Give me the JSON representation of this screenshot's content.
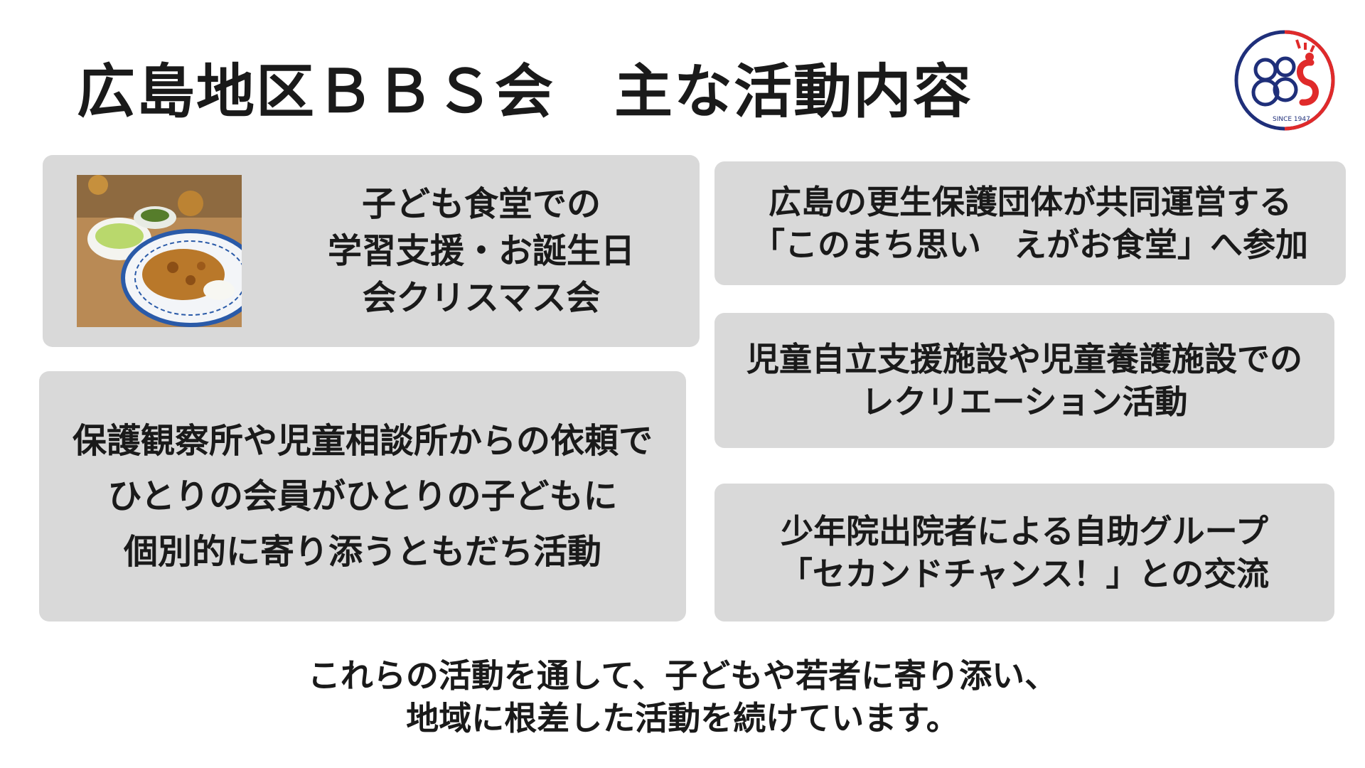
{
  "title": "広島地区ＢＢＳ会　主な活動内容",
  "logo": {
    "icon": "bbs-logo-icon",
    "text": "SINCE 1947",
    "colors": {
      "red": "#e02a2a",
      "navy": "#1f2f7a"
    }
  },
  "cards": {
    "card1": {
      "lines": [
        "子ども食堂での",
        "学習支援・お誕生日",
        "会クリスマス会"
      ],
      "photo": "curry-rice-photo"
    },
    "card2": {
      "lines": [
        "広島の更生保護団体が共同運営する",
        "「このまち思い　えがお食堂」へ参加"
      ]
    },
    "card3": {
      "lines": [
        "児童自立支援施設や児童養護施設での",
        "レクリエーション活動"
      ]
    },
    "card4": {
      "lines": [
        "保護観察所や児童相談所からの依頼で",
        "ひとりの会員がひとりの子どもに",
        "個別的に寄り添うともだち活動"
      ]
    },
    "card5": {
      "lines": [
        "少年院出院者による自助グループ",
        "「セカンドチャンス！」との交流"
      ]
    }
  },
  "footer": {
    "lines": [
      "これらの活動を通して、子どもや若者に寄り添い、",
      "地域に根差した活動を続けています。"
    ]
  },
  "colors": {
    "card_bg": "#d9d9d9",
    "text": "#1a1a1a"
  }
}
